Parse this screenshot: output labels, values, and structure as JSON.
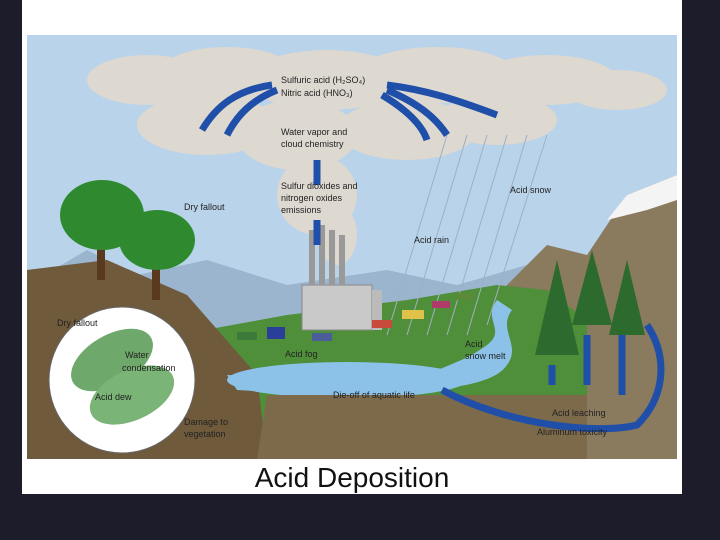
{
  "caption": "Acid Deposition",
  "labels": {
    "sulfuric": "Sulfuric acid (H₂SO₄)",
    "nitric": "Nitric acid (HNO₃)",
    "vapor1": "Water vapor and",
    "vapor2": "cloud chemistry",
    "sulfur1": "Sulfur dioxides and",
    "sulfur2": "nitrogen oxides",
    "sulfur3": "emissions",
    "dry_fallout": "Dry fallout",
    "acid_snow": "Acid snow",
    "acid_rain": "Acid rain",
    "leaf_dry": "Dry fallout",
    "leaf_water1": "Water",
    "leaf_water2": "condensation",
    "leaf_dew": "Acid dew",
    "acid_fog": "Acid fog",
    "snow_melt1": "Acid",
    "snow_melt2": "snow melt",
    "aquatic": "Die-off of aquatic life",
    "damage1": "Damage to",
    "damage2": "vegetation",
    "leaching": "Acid leaching",
    "aluminum": "Aluminum toxicity"
  },
  "colors": {
    "arrow": "#1f4fa8",
    "sky": "#b9d3ea",
    "cloud": "#ddd8d0",
    "grass": "#4f8f3a",
    "water": "#8cc2e8"
  }
}
